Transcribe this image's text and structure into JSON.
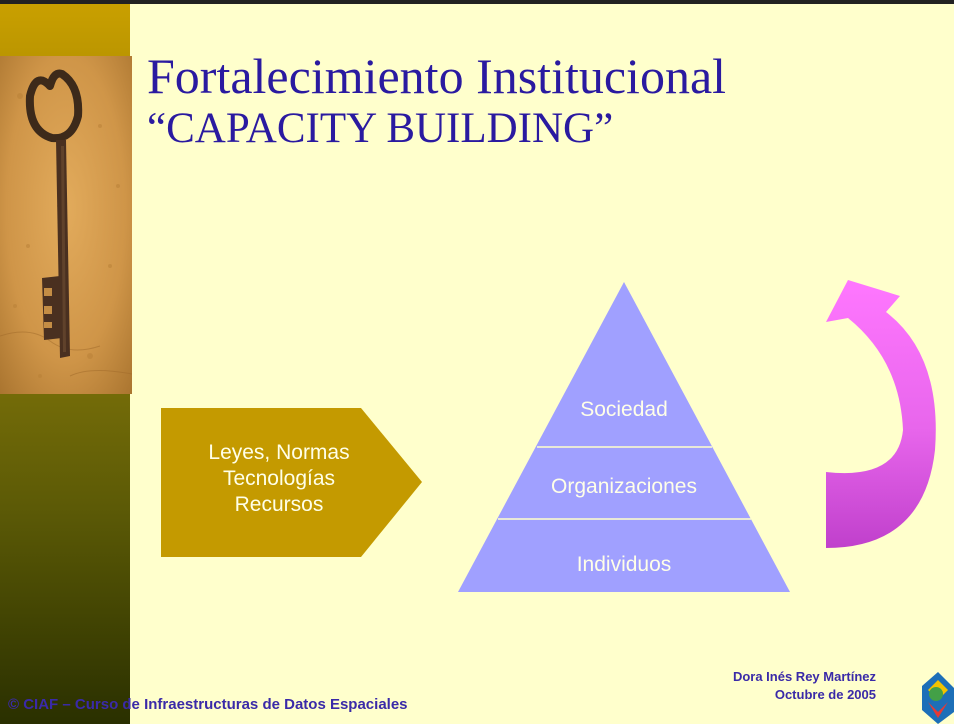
{
  "title": {
    "line1": "Fortalecimiento Institucional",
    "line2": "“CAPACITY BUILDING”"
  },
  "input_arrow": {
    "lines": [
      "Leyes, Normas",
      "Tecnologías",
      "Recursos"
    ],
    "color": "#c49a00"
  },
  "pyramid": {
    "tiers": [
      "Sociedad",
      "Organizaciones",
      "Individuos"
    ],
    "color": "#a0a0ff"
  },
  "cycle_arrow": {
    "icon": "curved-up-arrow-icon",
    "color": "#ee66ee"
  },
  "decoration": {
    "icon": "old-key-icon"
  },
  "footer": {
    "left": "© CIAF – Curso de Infraestructuras de Datos Espaciales",
    "author": "Dora Inés Rey Martínez",
    "date": "Octubre de 2005",
    "logo_icon": "igac-logo-icon"
  },
  "colors": {
    "background": "#ffffcc",
    "title": "#2a1aa0",
    "footer_text": "#3a2aa8"
  }
}
